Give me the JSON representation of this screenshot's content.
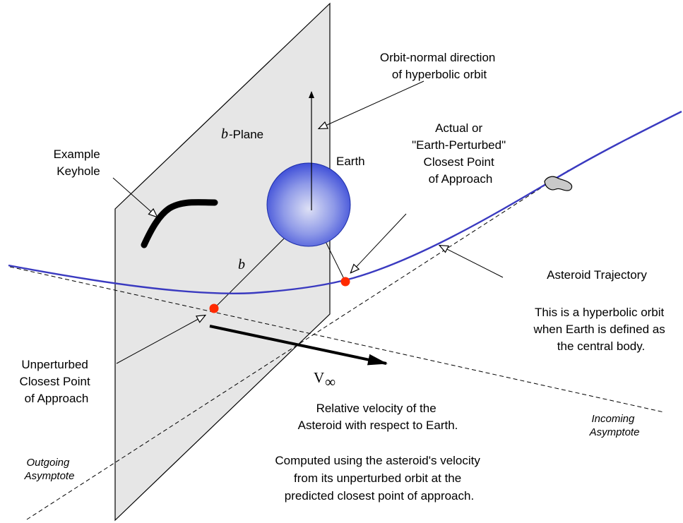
{
  "labels": {
    "orbit_normal_line1": "Orbit-normal direction",
    "orbit_normal_line2": "of hyperbolic orbit",
    "bplane_b": "b",
    "bplane_rest": "-Plane",
    "earth": "Earth",
    "actual_line1": "Actual or",
    "actual_line2": "\"Earth-Perturbed\"",
    "actual_line3": "Closest Point",
    "actual_line4": "of Approach",
    "keyhole_line1": "Example",
    "keyhole_line2": "Keyhole",
    "b_symbol": "b",
    "asteroid_trajectory": "Asteroid Trajectory",
    "hyperbolic_line1": "This is a hyperbolic orbit",
    "hyperbolic_line2": "when Earth is defined as",
    "hyperbolic_line3": "the central body.",
    "unperturbed_line1": "Unperturbed",
    "unperturbed_line2": "Closest Point",
    "unperturbed_line3": "of Approach",
    "v_symbol": "V",
    "v_subscript": "∞",
    "relvel_line1": "Relative velocity of the",
    "relvel_line2": "Asteroid with respect to Earth.",
    "computed_line1": "Computed using the asteroid's velocity",
    "computed_line2": "from its unperturbed orbit at the",
    "computed_line3": "predicted closest point of approach.",
    "incoming_line1": "Incoming",
    "incoming_line2": "Asymptote",
    "outgoing_line1": "Outgoing",
    "outgoing_line2": "Asymptote"
  },
  "colors": {
    "plane_fill": "#e6e6e6",
    "trajectory": "#3a3ac0",
    "earth_center": "#d8dcf4",
    "earth_edge": "#3f4fd8",
    "closest_point": "#ff2a00",
    "keyhole": "#000000"
  }
}
